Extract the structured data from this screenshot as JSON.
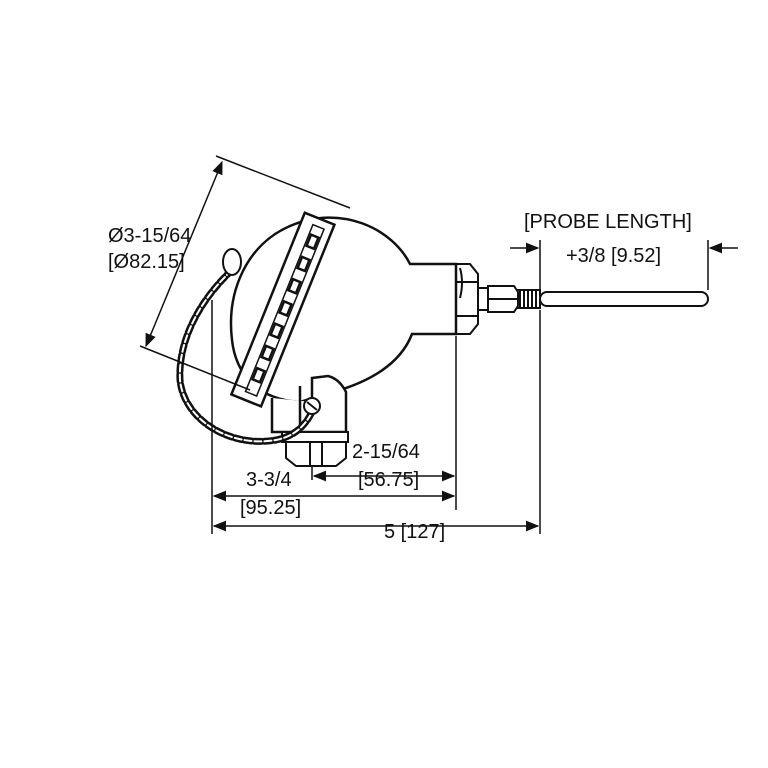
{
  "dimensions": {
    "head_diameter": {
      "imperial": "Ø3-15/64",
      "metric": "[Ø82.15]"
    },
    "probe": {
      "label": "[PROBE LENGTH]",
      "value": "+3/8 [9.52]"
    },
    "conduit_offset": {
      "imperial": "2-15/64",
      "metric": "[56.75]"
    },
    "head_length": {
      "imperial": "3-3/4",
      "metric": "[95.25]"
    },
    "overall_length": {
      "text": "5 [127]"
    }
  }
}
